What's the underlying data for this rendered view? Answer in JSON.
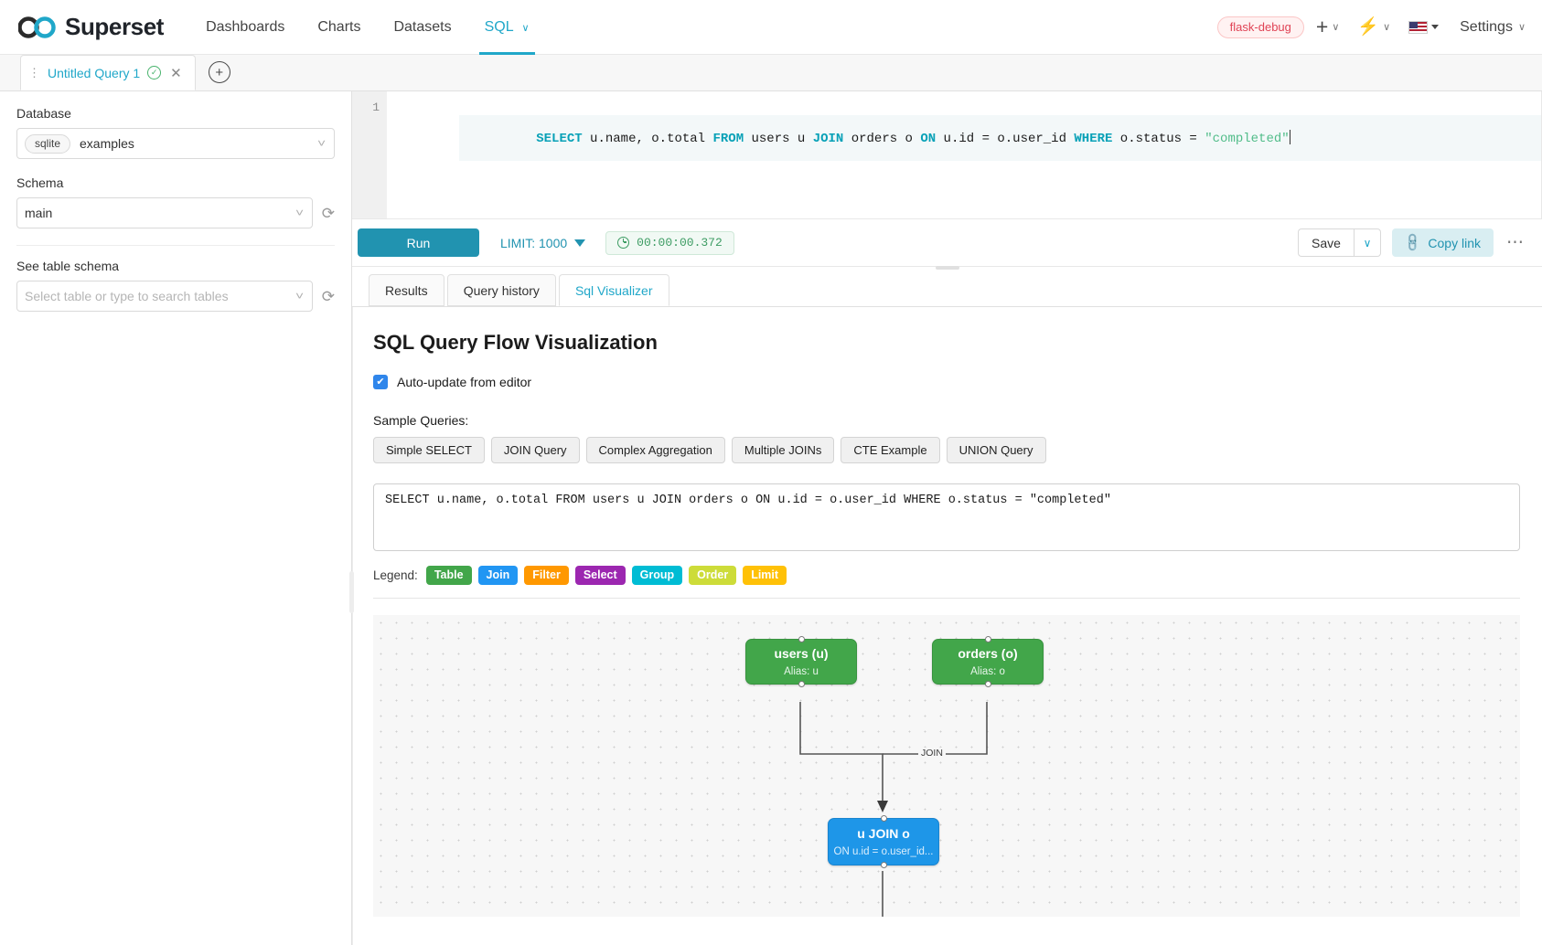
{
  "navbar": {
    "brand": "Superset",
    "links": [
      {
        "label": "Dashboards",
        "active": false
      },
      {
        "label": "Charts",
        "active": false
      },
      {
        "label": "Datasets",
        "active": false
      },
      {
        "label": "SQL",
        "active": true
      }
    ],
    "debug_badge": "flask-debug",
    "plus_icon": "+",
    "bolt_icon": "⚡",
    "settings_label": "Settings",
    "caret": "∨"
  },
  "query_tabs": {
    "tab_label": "Untitled Query 1",
    "status_icon": "✓",
    "close_icon": "✕",
    "add_icon": "+"
  },
  "left_panel": {
    "database_label": "Database",
    "database_pill": "sqlite",
    "database_value": "examples",
    "schema_label": "Schema",
    "schema_value": "main",
    "table_label": "See table schema",
    "table_placeholder": "Select table or type to search tables",
    "refresh_icon": "⟳"
  },
  "editor": {
    "line_number": "1",
    "tokens": [
      {
        "t": "SELECT",
        "c": "kw"
      },
      {
        "t": " u.name, o.total ",
        "c": ""
      },
      {
        "t": "FROM",
        "c": "kw"
      },
      {
        "t": " users u ",
        "c": ""
      },
      {
        "t": "JOIN",
        "c": "kw"
      },
      {
        "t": " orders o ",
        "c": ""
      },
      {
        "t": "ON",
        "c": "kw"
      },
      {
        "t": " u.id = o.user_id ",
        "c": ""
      },
      {
        "t": "WHERE",
        "c": "kw"
      },
      {
        "t": " o.status = ",
        "c": ""
      },
      {
        "t": "\"completed\"",
        "c": "str"
      }
    ]
  },
  "toolbar": {
    "run_label": "Run",
    "limit_label": "LIMIT: 1000",
    "timer": "00:00:00.372",
    "save_label": "Save",
    "save_caret": "∨",
    "copy_link_label": "Copy link",
    "link_icon": "🔗",
    "more_icon": "⋯"
  },
  "result_tabs": [
    {
      "label": "Results",
      "active": false
    },
    {
      "label": "Query history",
      "active": false
    },
    {
      "label": "Sql Visualizer",
      "active": true
    }
  ],
  "visualizer": {
    "title": "SQL Query Flow Visualization",
    "auto_update_label": "Auto-update from editor",
    "auto_update_checked": true,
    "check_glyph": "✔",
    "sample_label": "Sample Queries:",
    "sample_buttons": [
      "Simple SELECT",
      "JOIN Query",
      "Complex Aggregation",
      "Multiple JOINs",
      "CTE Example",
      "UNION Query"
    ],
    "query_text": "SELECT u.name, o.total FROM users u JOIN orders o ON u.id = o.user_id WHERE o.status = \"completed\"",
    "legend_label": "Legend:",
    "legend": [
      {
        "label": "Table",
        "color": "#42a64a"
      },
      {
        "label": "Join",
        "color": "#2196f3"
      },
      {
        "label": "Filter",
        "color": "#ff9800"
      },
      {
        "label": "Select",
        "color": "#9c27b0"
      },
      {
        "label": "Group",
        "color": "#00bcd4"
      },
      {
        "label": "Order",
        "color": "#cddc39"
      },
      {
        "label": "Limit",
        "color": "#ffc107"
      }
    ],
    "nodes": [
      {
        "id": "users",
        "title": "users (u)",
        "subtitle": "Alias: u",
        "type": "table"
      },
      {
        "id": "orders",
        "title": "orders (o)",
        "subtitle": "Alias: o",
        "type": "table"
      },
      {
        "id": "join",
        "title": "u JOIN o",
        "subtitle": "ON u.id = o.user_id...",
        "type": "join"
      }
    ],
    "edge_label": "JOIN"
  }
}
